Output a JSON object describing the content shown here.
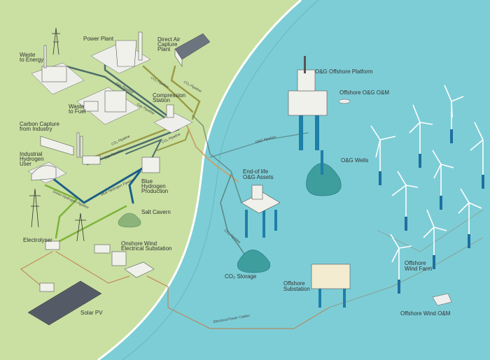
{
  "colors": {
    "land": "#c9e0a2",
    "sea": "#7dcdd6",
    "sea_deep": "#5fbcc8",
    "gas_pipe": "#4d6e6a",
    "co2_pipe": "#9a9a45",
    "blue_h2": "#1d5f86",
    "green_h2": "#7fb23a",
    "power_cable": "#c07a48"
  },
  "labels": {
    "power_plant": "Power Plant",
    "direct_air_capture": [
      "Direct Air",
      "Capture",
      "Plant"
    ],
    "waste_to_energy": [
      "Waste",
      "to Energy"
    ],
    "waste_to_fuel": [
      "Waste",
      "to Fuel"
    ],
    "compression_station": [
      "Compression",
      "Station"
    ],
    "carbon_capture": [
      "Carbon Capture",
      "from Industry"
    ],
    "industrial_hydrogen": [
      "Industrial",
      "Hydrogen",
      "User"
    ],
    "blue_hydrogen": [
      "Blue",
      "Hydrogen",
      "Production"
    ],
    "salt_cavern": "Salt Cavern",
    "electrolyser": "Electrolyser",
    "onshore_wind": [
      "Onshore Wind",
      "Electrical Substation"
    ],
    "solar_pv": "Solar PV",
    "og_platform": "O&G Offshore Platform",
    "og_om": "Offshore O&G O&M",
    "og_wells": "O&G Wells",
    "end_of_life": [
      "End-of life",
      "O&G Assets"
    ],
    "co2_storage": "CO₂ Storage",
    "offshore_substation": [
      "Offshore",
      "Substation"
    ],
    "offshore_wind_farm": [
      "Offshore",
      "Wind Farm"
    ],
    "offshore_wind_om": "Offshore Wind O&M"
  },
  "pipelines": {
    "gas": "Gas Pipeline",
    "co2": "CO₂ Pipeline",
    "blue_h2": "Blue Hydrogen Pipeline",
    "green_h2": "Green Hydrogen Pipeline",
    "og": "O&G Pipeline",
    "cables": "Electrical Power Cables"
  }
}
